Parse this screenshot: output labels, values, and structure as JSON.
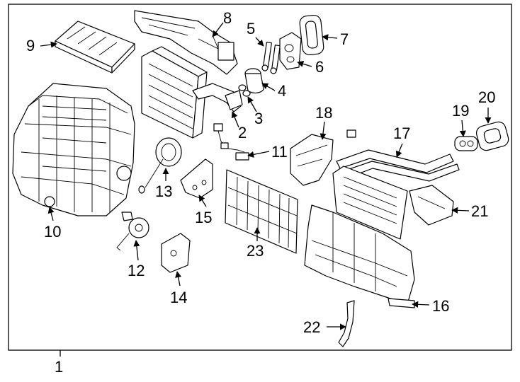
{
  "diagram": {
    "assembly_label": "1",
    "callouts": {
      "p2": "2",
      "p3": "3",
      "p4": "4",
      "p5": "5",
      "p6": "6",
      "p7": "7",
      "p8": "8",
      "p9": "9",
      "p10": "10",
      "p11": "11",
      "p12": "12",
      "p13": "13",
      "p14": "14",
      "p15": "15",
      "p16": "16",
      "p17": "17",
      "p18": "18",
      "p19": "19",
      "p20": "20",
      "p21": "21",
      "p22": "22",
      "p23": "23"
    }
  }
}
